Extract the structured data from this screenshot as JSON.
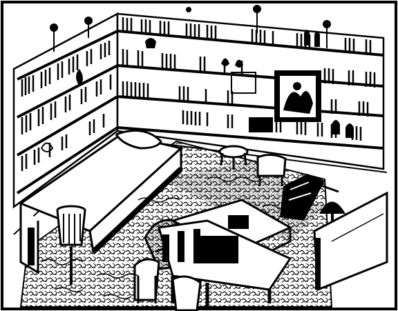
{
  "illustration": {
    "subject": "library-room-interior",
    "style": "pen-and-ink",
    "colors": {
      "ink": "#000000",
      "paper": "#ffffff"
    },
    "elements": [
      "back-wall-bookshelves",
      "left-wall-bookshelves",
      "framed-picture",
      "wall-lamps",
      "daybed",
      "rug",
      "stool",
      "chairs",
      "desk",
      "table-lamp",
      "waste-bin",
      "side-table",
      "armchair",
      "front-table"
    ]
  }
}
